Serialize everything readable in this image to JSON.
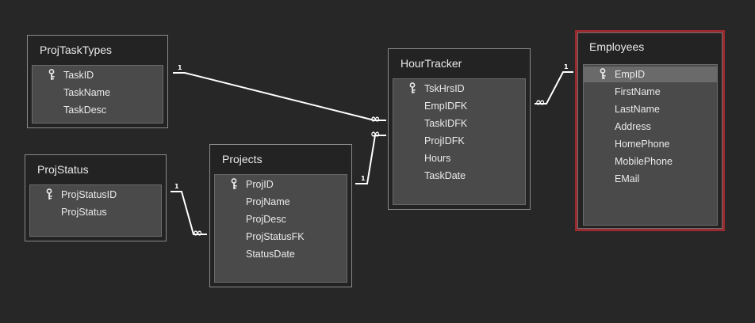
{
  "selected_table": "Employees",
  "tables": [
    {
      "id": "projtasktypes",
      "title": "ProjTaskTypes",
      "fields": [
        {
          "name": "TaskID",
          "key": true
        },
        {
          "name": "TaskName",
          "key": false
        },
        {
          "name": "TaskDesc",
          "key": false
        }
      ]
    },
    {
      "id": "projstatus",
      "title": "ProjStatus",
      "fields": [
        {
          "name": "ProjStatusID",
          "key": true
        },
        {
          "name": "ProjStatus",
          "key": false
        }
      ]
    },
    {
      "id": "projects",
      "title": "Projects",
      "fields": [
        {
          "name": "ProjID",
          "key": true
        },
        {
          "name": "ProjName",
          "key": false
        },
        {
          "name": "ProjDesc",
          "key": false
        },
        {
          "name": "ProjStatusFK",
          "key": false
        },
        {
          "name": "StatusDate",
          "key": false
        }
      ]
    },
    {
      "id": "hourtracker",
      "title": "HourTracker",
      "fields": [
        {
          "name": "TskHrsID",
          "key": true
        },
        {
          "name": "EmpIDFK",
          "key": false
        },
        {
          "name": "TaskIDFK",
          "key": false
        },
        {
          "name": "ProjIDFK",
          "key": false
        },
        {
          "name": "Hours",
          "key": false
        },
        {
          "name": "TaskDate",
          "key": false
        }
      ]
    },
    {
      "id": "employees",
      "title": "Employees",
      "selected_field": "EmpID",
      "fields": [
        {
          "name": "EmpID",
          "key": true
        },
        {
          "name": "FirstName",
          "key": false
        },
        {
          "name": "LastName",
          "key": false
        },
        {
          "name": "Address",
          "key": false
        },
        {
          "name": "HomePhone",
          "key": false
        },
        {
          "name": "MobilePhone",
          "key": false
        },
        {
          "name": "EMail",
          "key": false
        }
      ]
    }
  ],
  "relationships": [
    {
      "from": "ProjTaskTypes",
      "to": "HourTracker",
      "from_label": "1",
      "to_label": "∞"
    },
    {
      "from": "Projects",
      "to": "HourTracker",
      "from_label": "1",
      "to_label": "∞"
    },
    {
      "from": "Employees",
      "to": "HourTracker",
      "from_label": "1",
      "to_label": "∞"
    },
    {
      "from": "ProjStatus",
      "to": "Projects",
      "from_label": "1",
      "to_label": "∞"
    }
  ],
  "colors": {
    "background": "#272727",
    "field_area": "#4a4a4a",
    "selection_border": "#9b2b2e",
    "selected_row": "#6a6a6a",
    "line": "#ffffff"
  }
}
